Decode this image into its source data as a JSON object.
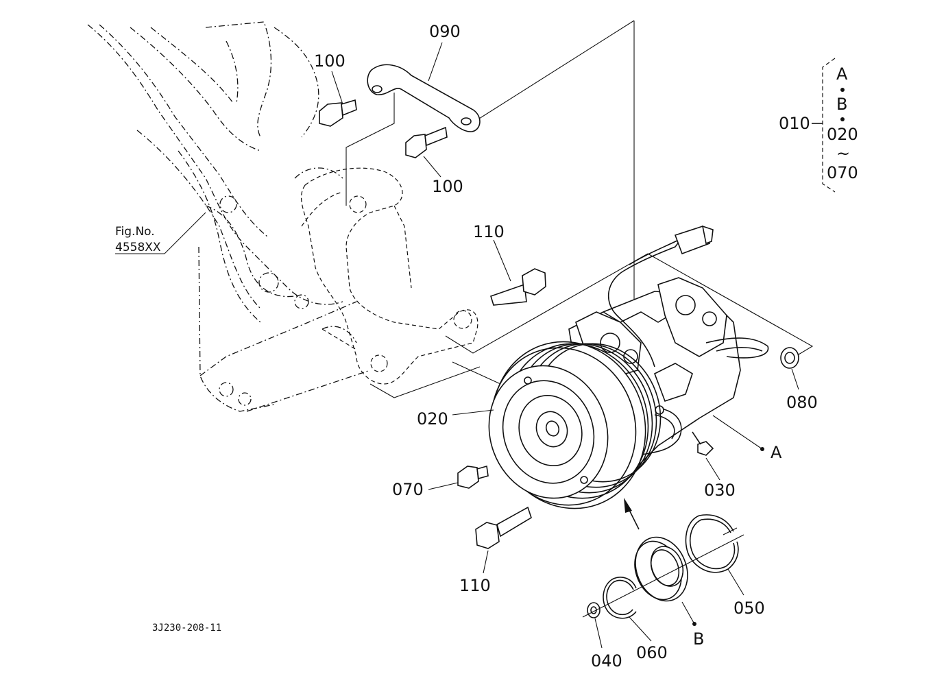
{
  "diagram": {
    "labels": {
      "p090": "090",
      "p100a": "100",
      "p100b": "100",
      "p110a": "110",
      "p110b": "110",
      "p020": "020",
      "p070": "070",
      "p080": "080",
      "p030": "030",
      "p040": "040",
      "p060": "060",
      "p050": "050",
      "ref_a": "A",
      "ref_b": "B",
      "fig_ref_line1": "Fig.No.",
      "fig_ref_line2": "4558XX",
      "drawing_id": "3J230-208-11"
    },
    "assembly_legend": {
      "part": "010",
      "a": "A",
      "b": "B",
      "start": "020",
      "tilde": "~",
      "end": "070"
    }
  }
}
